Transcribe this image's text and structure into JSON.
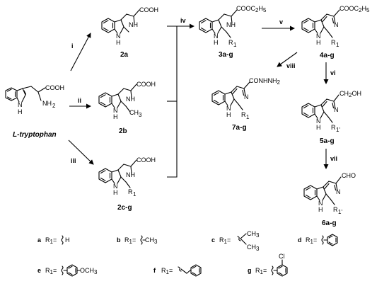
{
  "start_material": {
    "name": "L-tryptophan",
    "cooh": "COOH",
    "nh2": "NH",
    "nh2_sub": "2",
    "indole_nh": "N",
    "indole_h": "H"
  },
  "steps": {
    "i": "i",
    "ii": "ii",
    "iii": "iii",
    "iv": "iv",
    "v": "v",
    "vi": "vi",
    "vii": "vii",
    "viii": "viii"
  },
  "compounds": {
    "c2a": {
      "label": "2a",
      "group": "COOH",
      "nh": "NH",
      "n": "N",
      "h": "H"
    },
    "c2b": {
      "label": "2b",
      "group": "COOH",
      "nh": "NH",
      "n": "N",
      "h": "H",
      "sub": "CH",
      "sub_n": "3"
    },
    "c2cg": {
      "label": "2c-g",
      "group": "COOH",
      "nh": "NH",
      "n": "N",
      "h": "H",
      "r": "R",
      "r_sub": "1"
    },
    "c3ag": {
      "label": "3a-g",
      "group": "COOC",
      "group_sub": "2",
      "group_end": "H",
      "group_sub2": "5",
      "nh": "NH",
      "n": "N",
      "h": "H",
      "r": "R",
      "r_sub": "1"
    },
    "c4ag": {
      "label": "4a-g",
      "group": "COOC",
      "group_sub": "2",
      "group_end": "H",
      "group_sub2": "5",
      "ring_n": "N",
      "n": "N",
      "h": "H",
      "r": "R",
      "r_sub": "1"
    },
    "c5ag": {
      "label": "5a-g",
      "group": "CH",
      "group_sub": "2",
      "group_end": "OH",
      "ring_n": "N",
      "n": "N",
      "h": "H",
      "r": "R",
      "r_sub": "1'"
    },
    "c6ag": {
      "label": "6a-g",
      "group": "CHO",
      "ring_n": "N",
      "n": "N",
      "h": "H",
      "r": "R",
      "r_sub": "1'"
    },
    "c7ag": {
      "label": "7a-g",
      "group": "CONHNH",
      "group_sub": "2",
      "ring_n": "N",
      "n": "N",
      "h": "H",
      "r": "R",
      "r_sub": "1"
    }
  },
  "legend": [
    {
      "id": "a",
      "prefix": "R",
      "prefix_sub": "1",
      "eq": "=",
      "value": "H"
    },
    {
      "id": "b",
      "prefix": "R",
      "prefix_sub": "1",
      "eq": "=",
      "value": "CH",
      "value_sub": "3"
    },
    {
      "id": "c",
      "prefix": "R",
      "prefix_sub": "1",
      "eq": "=",
      "value": "CH",
      "value_sub": "3",
      "value2": "CH",
      "value2_sub": "3"
    },
    {
      "id": "d",
      "prefix": "R",
      "prefix_sub": "1",
      "eq": "="
    },
    {
      "id": "e",
      "prefix": "R",
      "prefix_sub": "1",
      "eq": "=",
      "value": "OCH",
      "value_sub": "3"
    },
    {
      "id": "f",
      "prefix": "R",
      "prefix_sub": "1",
      "eq": "="
    },
    {
      "id": "g",
      "prefix": "R",
      "prefix_sub": "1",
      "eq": "=",
      "value": "Cl"
    }
  ]
}
